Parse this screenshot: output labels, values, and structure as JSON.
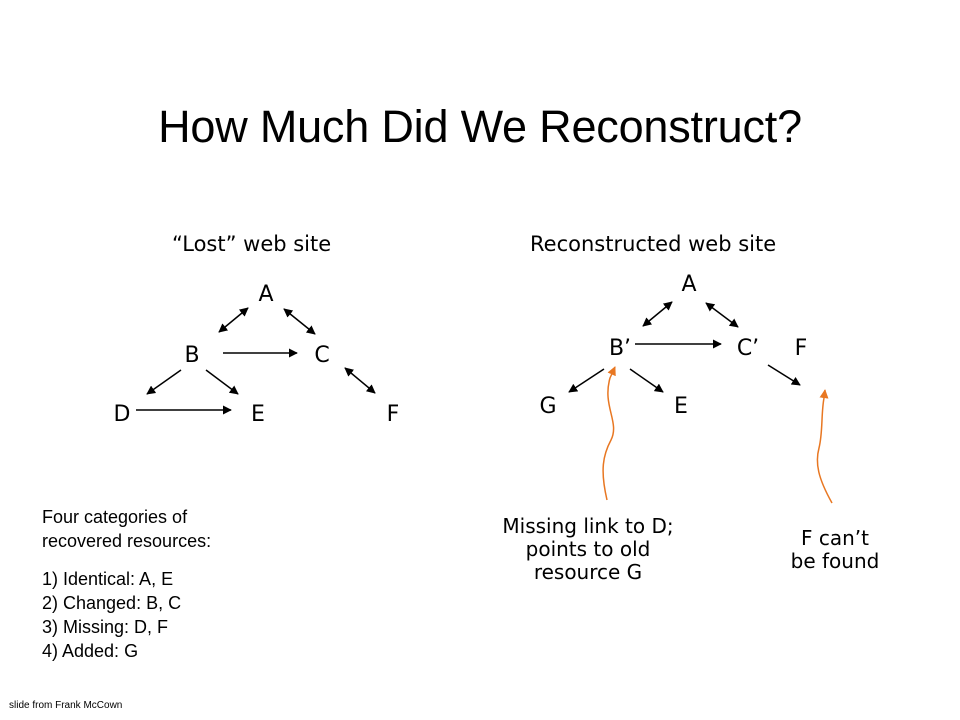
{
  "slide": {
    "title": "How Much Did We Reconstruct?",
    "credit": "slide from Frank McCown"
  },
  "lost_site": {
    "heading": "“Lost” web site",
    "nodes": [
      "A",
      "B",
      "C",
      "D",
      "E",
      "F"
    ]
  },
  "reconstructed_site": {
    "heading": "Reconstructed web site",
    "nodes": [
      "A",
      "B’",
      "C’",
      "F",
      "G",
      "E"
    ]
  },
  "notes": {
    "missing_link": [
      "Missing link to D;",
      "points to old",
      "resource G"
    ],
    "f_not_found": [
      "F can’t",
      "be found"
    ]
  },
  "categories": {
    "intro": [
      "Four categories of",
      "recovered resources:"
    ],
    "items": [
      "1) Identical: A, E",
      "2) Changed: B, C",
      "3) Missing: D, F",
      "4) Added: G"
    ]
  },
  "colors": {
    "arrow": "#000000",
    "annotation_arrow": "#e87722"
  }
}
